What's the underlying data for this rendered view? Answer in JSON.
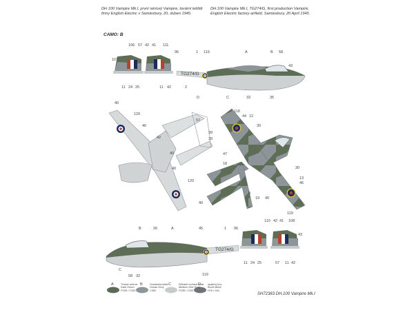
{
  "captions": {
    "czech": [
      "DH 100 Vampire Mk.I, první sériový Vampire, tovární letiště",
      "firmy English Electric v Samlesbury, 20. duben 1945."
    ],
    "english": [
      "DH.100 Vampire Mk.I, TG274/G, first production Vampire,",
      "English Electric factory airfield, Samlesbury, 20 April 1945."
    ]
  },
  "camo_label": "CAMO: B",
  "serials": {
    "top": "TG274/G",
    "bottom": "TG274/G"
  },
  "callouts_side_top": [
    "106",
    "57",
    "42",
    "41",
    "111",
    "96",
    "1",
    "119",
    "A",
    "B",
    "58",
    "43",
    "107",
    "11",
    "24",
    "25",
    "11",
    "42",
    "2",
    "D",
    "C",
    "33",
    "35"
  ],
  "callouts_plan_left": [
    "40",
    "120",
    "40",
    "42",
    "57",
    "39",
    "39",
    "40",
    "40",
    "120",
    "40"
  ],
  "callouts_plan_right": [
    "118",
    "44",
    "12",
    "30",
    "47",
    "18",
    "30",
    "13",
    "46",
    "4",
    "19",
    "40",
    "119"
  ],
  "callouts_side_bottom": [
    "B",
    "26",
    "A",
    "45",
    "1",
    "96",
    "110",
    "42",
    "41",
    "108",
    "43",
    "C",
    "58",
    "32",
    "119",
    "11",
    "24",
    "25",
    "57",
    "11",
    "42"
  ],
  "legend": [
    {
      "letter": "A",
      "cz": "Tmavě zelená",
      "en": "Dark Green",
      "code": "FS35 / C330",
      "color": "#5b6b55"
    },
    {
      "letter": "B",
      "cz": "Oceánská šedá",
      "en": "Ocean Grey",
      "code": "C362",
      "color": "#8f979a"
    },
    {
      "letter": "C",
      "cz": "Středně mořská šedá",
      "en": "Medium Sea Grey",
      "code": "FS35 / C335",
      "color": "#c6cbcc"
    },
    {
      "letter": "D",
      "cz": "opálený kov",
      "en": "Burnt Metal",
      "code": "H76 / C61",
      "color": "#707478"
    }
  ],
  "footer": "SH72363 DH.100 Vampire Mk.I",
  "colors": {
    "green": "#5d6d56",
    "grey": "#8d9598",
    "light": "#cdd1d2",
    "red": "#b2432c",
    "blue": "#1d2a5c",
    "roundel_yellow": "#e3c62e"
  }
}
